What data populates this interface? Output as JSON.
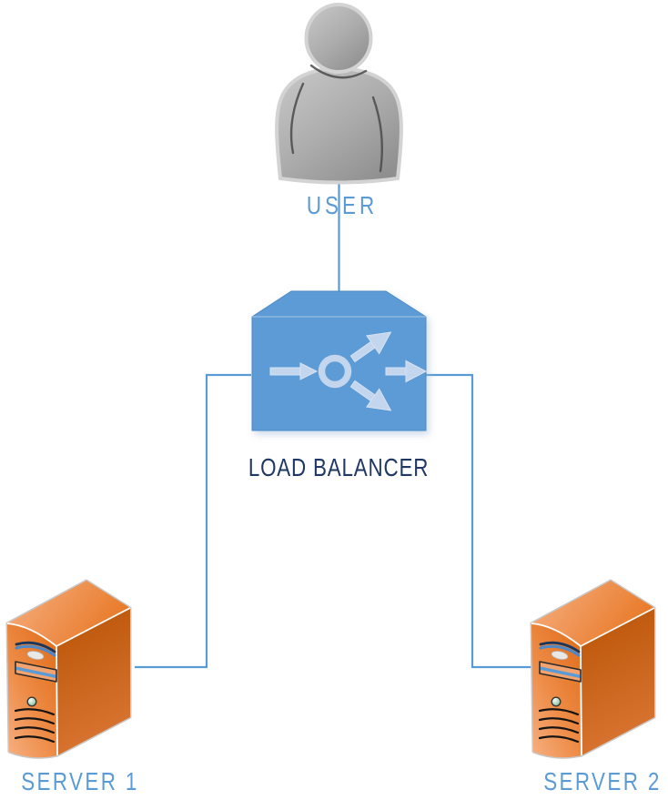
{
  "diagram": {
    "type": "architecture-diagram",
    "nodes": {
      "user": {
        "label": "USER",
        "icon": "person-icon"
      },
      "load_balancer": {
        "label": "LOAD BALANCER",
        "icon": "load-balancer-distribution-icon"
      },
      "server1": {
        "label": "SERVER 1",
        "icon": "server-tower-icon"
      },
      "server2": {
        "label": "SERVER 2",
        "icon": "server-tower-icon"
      }
    },
    "edges": [
      {
        "from": "user",
        "to": "load_balancer"
      },
      {
        "from": "load_balancer",
        "to": "server1"
      },
      {
        "from": "load_balancer",
        "to": "server2"
      }
    ],
    "colors": {
      "background": "#FFFFFF",
      "connector_blue": "#5B9BD5",
      "node_label_blue": "#5B9BD5",
      "load_balancer_label_navy": "#1F3864",
      "load_balancer_fill": "#5B9BD5",
      "load_balancer_icon_light_blue": "#C3D6EE",
      "user_gray": "#ABABAB",
      "server_front_orange": "#E8823B",
      "server_side_orange": "#C45F12",
      "server_top_orange": "#F09C63",
      "server_drive_blue": "#5B9BD5",
      "server_led_green": "#8FCCA8"
    }
  }
}
